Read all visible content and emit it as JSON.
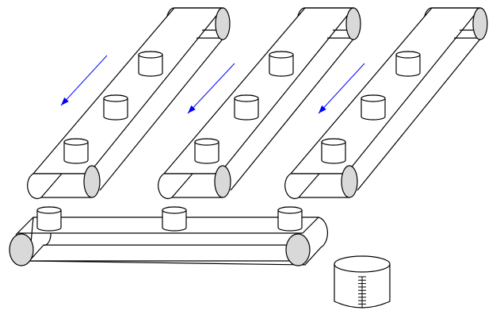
{
  "colors": {
    "line": "#000000",
    "roller_fill": "#d9d9d9",
    "arrow": "#0000ff",
    "background": "#ffffff"
  },
  "inclined_conveyors": [
    {
      "cups": 3,
      "direction": "down-left"
    },
    {
      "cups": 3,
      "direction": "down-left"
    },
    {
      "cups": 3,
      "direction": "down-left"
    }
  ],
  "horizontal_conveyor": {
    "cups": 3
  },
  "beaker": {
    "graduation_marks": 9
  }
}
